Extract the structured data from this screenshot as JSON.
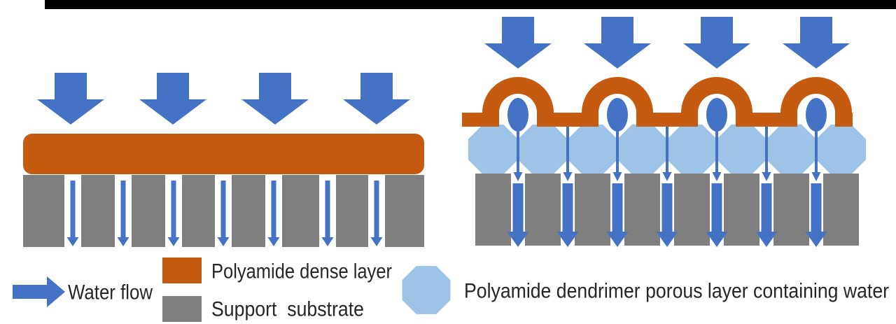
{
  "figure": {
    "type": "membrane-schematic-comparison"
  },
  "colors": {
    "blue": "#4472C4",
    "light_blue": "#9DC3E6",
    "orange": "#C55A11",
    "gray": "#7F7F7F",
    "black_bar": "#000000",
    "text": "#262626",
    "white": "#FFFFFF"
  },
  "legend": {
    "water_flow_label": "Water flow",
    "dense_layer_label": "Polyamide dense layer",
    "substrate_label": "Support  substrate",
    "porous_layer_label": "Polyamide dendrimer porous layer containing water"
  }
}
